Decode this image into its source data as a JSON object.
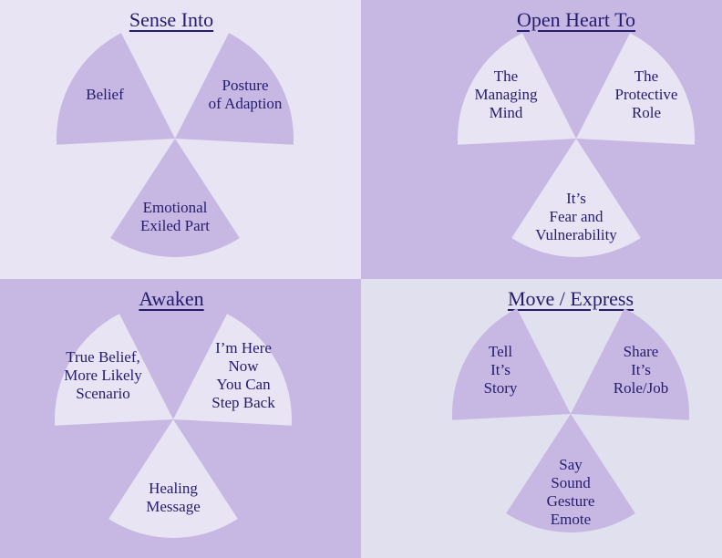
{
  "palette": {
    "light": "#e8e4f4",
    "light-alt": "#e1e0ef",
    "medium": "#c6b7e3",
    "text": "#251c6e"
  },
  "quadrants": [
    {
      "title": "Sense Into",
      "wedges": [
        {
          "label": "Belief"
        },
        {
          "label": "Posture\nof Adaption"
        },
        {
          "label": "Emotional\nExiled Part"
        }
      ]
    },
    {
      "title": "Open Heart To",
      "wedges": [
        {
          "label": "The\nManaging\nMind"
        },
        {
          "label": "The\nProtective\nRole"
        },
        {
          "label": "It’s\nFear and\nVulnerability"
        }
      ]
    },
    {
      "title": "Awaken",
      "wedges": [
        {
          "label": "True Belief,\nMore Likely\nScenario"
        },
        {
          "label": "I’m Here\nNow\nYou Can\nStep Back"
        },
        {
          "label": "Healing\nMessage"
        }
      ]
    },
    {
      "title": "Move / Express",
      "wedges": [
        {
          "label": "Tell\nIt’s\nStory"
        },
        {
          "label": "Share\nIt’s\nRole/Job"
        },
        {
          "label": "Say\nSound\nGesture\nEmote"
        }
      ]
    }
  ]
}
